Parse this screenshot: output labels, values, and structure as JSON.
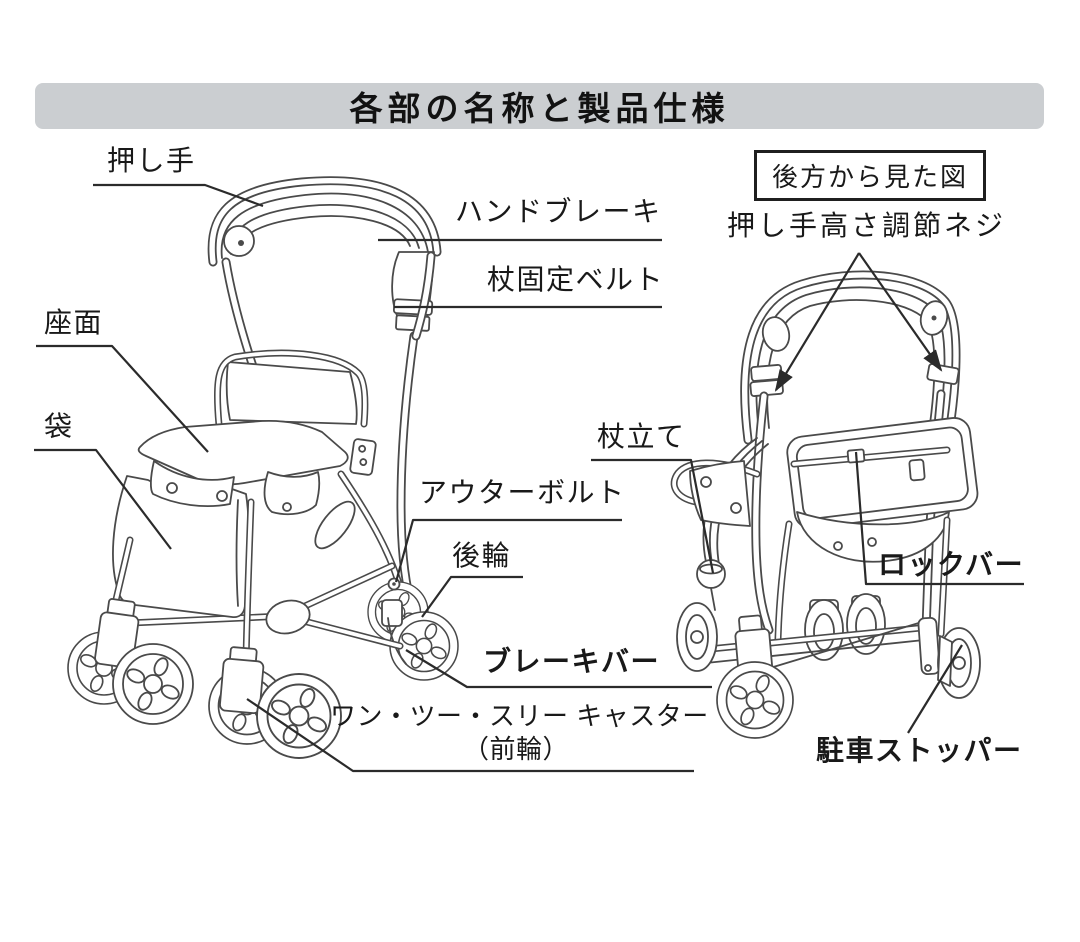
{
  "page": {
    "title": "各部の名称と製品仕様",
    "rear_view_caption": "後方から見た図"
  },
  "colors": {
    "title_bar_bg": "#cbced1",
    "diagram_line": "#4a4a4a",
    "label_text": "#191919"
  },
  "labels": {
    "push_handle": "押し手",
    "hand_brake": "ハンドブレーキ",
    "cane_fixing_belt": "杖固定ベルト",
    "seat_surface": "座面",
    "bag": "袋",
    "outer_bolt": "アウターボルト",
    "rear_wheel": "後輪",
    "brake_bar": "ブレーキバー",
    "front_caster_line1": "ワン・ツー・スリー キャスター",
    "front_caster_line2": "（前輪）",
    "handle_height_screw": "押し手高さ調節ネジ",
    "cane_stand": "杖立て",
    "lock_bar": "ロックバー",
    "parking_stopper": "駐車ストッパー"
  }
}
